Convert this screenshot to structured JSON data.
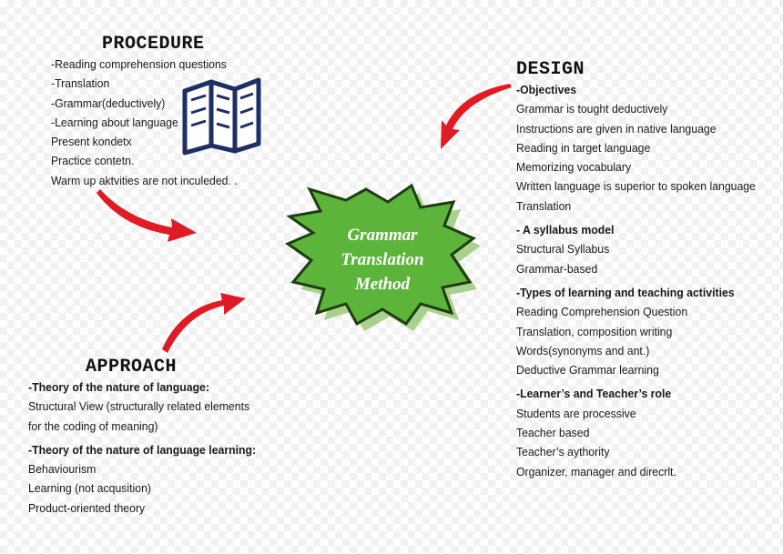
{
  "center": {
    "lines": [
      "Grammar",
      "Translation",
      "Method"
    ],
    "fill_color": "#5cb43a",
    "shadow_color": "#a8d28c"
  },
  "procedure": {
    "heading": "PROCEDURE",
    "items": [
      "-Reading comprehension questions",
      "-Translation",
      "-Grammar(deductively)",
      "-Learning about language",
      "Present kondetx",
      "Practice contetn.",
      "Warm up aktvities are not inculeded. ."
    ]
  },
  "design": {
    "heading": "DESIGN",
    "groups": [
      {
        "title": "-Objectives",
        "items": [
          "Grammar is tought deductively",
          "Instructions are given in native language",
          "Reading in target language",
          "Memorizing vocabulary",
          "Written language is superior to spoken language",
          "Translation"
        ]
      },
      {
        "title": "- A syllabus model",
        "items": [
          "Structural Syllabus",
          "Grammar-based"
        ]
      },
      {
        "title": "-Types of learning and teaching activities",
        "items": [
          "Reading Comprehension Question",
          "Translation, composition writing",
          "Words(synonyms and ant.)",
          "Deductive Grammar learning"
        ]
      },
      {
        "title": "-Learner’s and Teacher’s role",
        "items": [
          "Students are processive",
          "Teacher based",
          "Teacher’s aythority",
          "Organizer, manager and direcrlt."
        ]
      }
    ]
  },
  "approach": {
    "heading": "APPROACH",
    "groups": [
      {
        "title": "-Theory of the nature of language:",
        "items": [
          "Structural View (structurally related elements",
          "for the coding of meaning)"
        ]
      },
      {
        "title": "-Theory of the nature of language learning:",
        "items": [
          "Behaviourism",
          "Learning (not acqusition)",
          "Product-oriented theory"
        ]
      }
    ]
  },
  "colors": {
    "arrow": "#e01b24",
    "book": "#1e2f63"
  },
  "icons": [
    "book-icon",
    "arrow-icon"
  ]
}
